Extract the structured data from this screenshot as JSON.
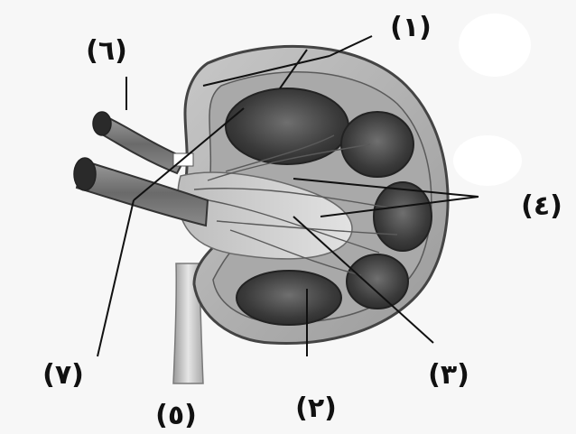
{
  "labels": {
    "l1": "(١)",
    "l2": "(٢)",
    "l3": "(٣)",
    "l4": "(٤)",
    "l5": "(٥)",
    "l6": "(٦)",
    "l7": "(٧)"
  }
}
